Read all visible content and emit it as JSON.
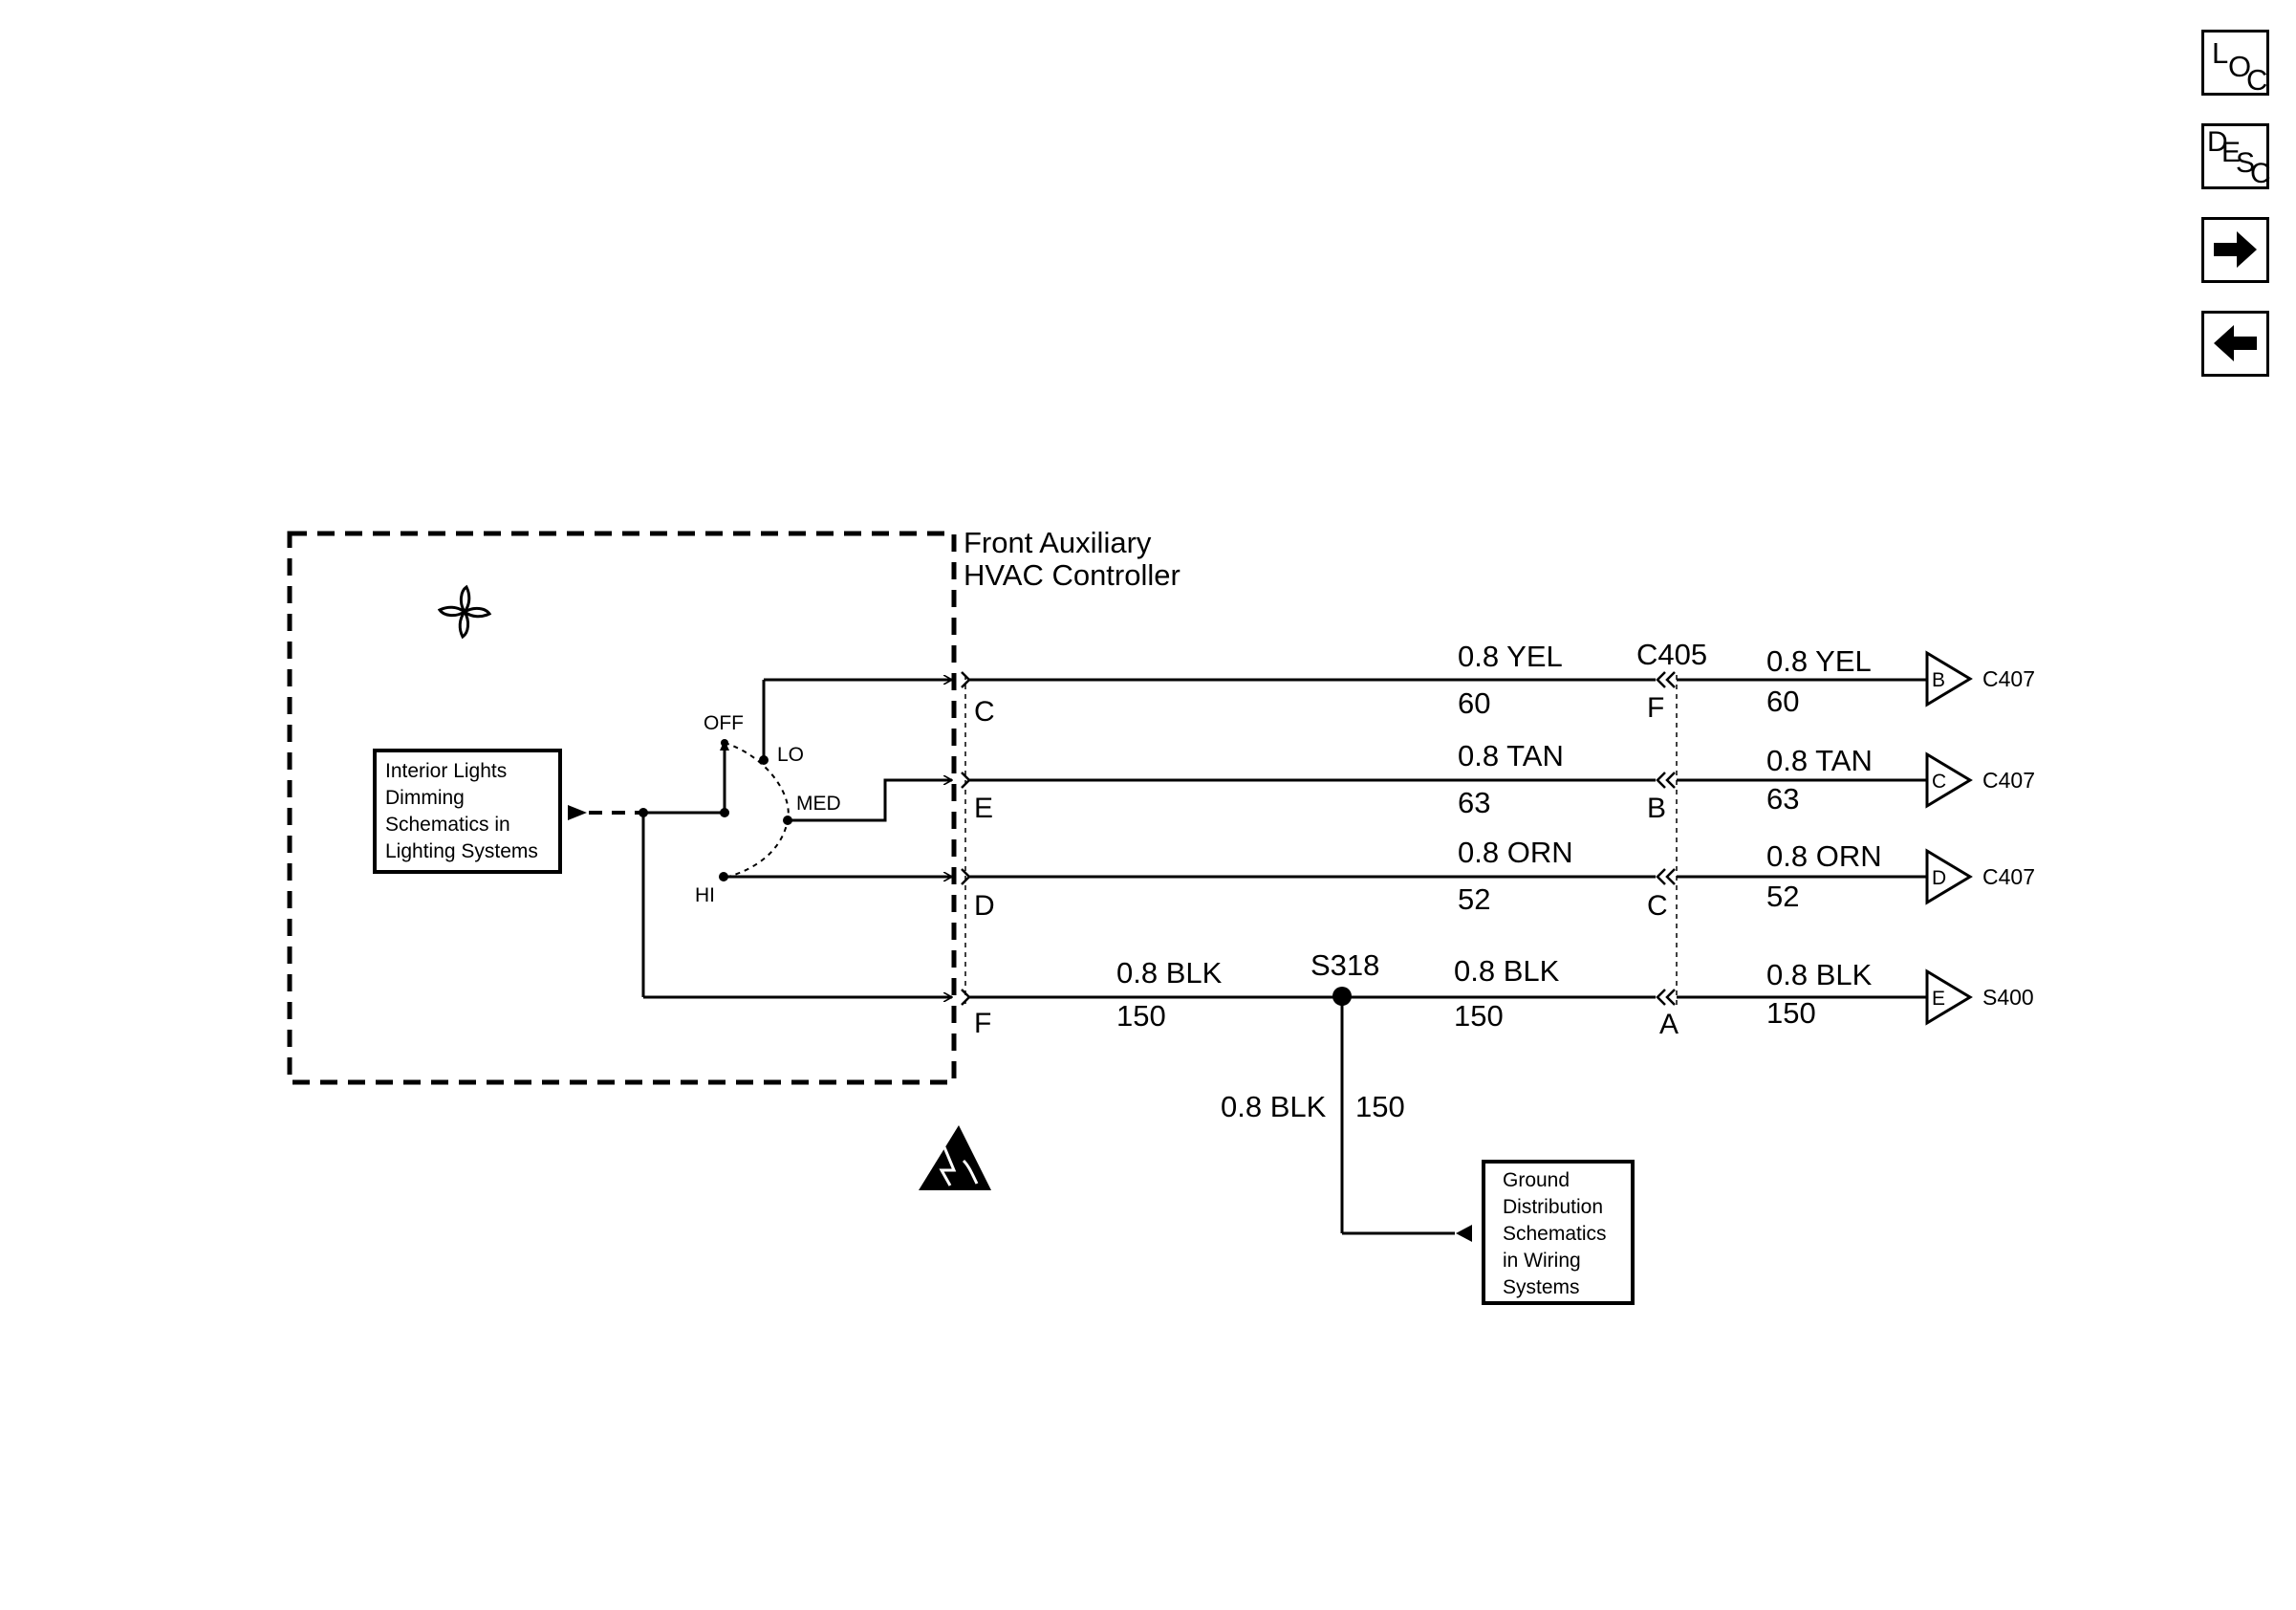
{
  "nav": {
    "loc": {
      "l1": "L",
      "l2": "O",
      "l3": "C"
    },
    "desc": {
      "l1": "D",
      "l2": "E",
      "l3": "S",
      "l4": "C"
    }
  },
  "controller": {
    "title_line1": "Front Auxiliary",
    "title_line2": "HVAC Controller"
  },
  "switch": {
    "off": "OFF",
    "lo": "LO",
    "med": "MED",
    "hi": "HI"
  },
  "dimming_box": [
    "Interior Lights",
    "Dimming",
    "Schematics in",
    "Lighting Systems"
  ],
  "ground_box": [
    "Ground",
    "Distribution",
    "Schematics",
    "in Wiring",
    "Systems"
  ],
  "connector_c405": "C405",
  "splice": "S318",
  "circuits": [
    {
      "controller_pin": "C",
      "wire_left": "0.8 YEL",
      "ckt_left": "60",
      "c405_pin": "F",
      "wire_right": "0.8 YEL",
      "ckt_right": "60",
      "dest_pin": "B",
      "dest": "C407"
    },
    {
      "controller_pin": "E",
      "wire_left": "0.8 TAN",
      "ckt_left": "63",
      "c405_pin": "B",
      "wire_right": "0.8 TAN",
      "ckt_right": "63",
      "dest_pin": "C",
      "dest": "C407"
    },
    {
      "controller_pin": "D",
      "wire_left": "0.8 ORN",
      "ckt_left": "52",
      "c405_pin": "C",
      "wire_right": "0.8 ORN",
      "ckt_right": "52",
      "dest_pin": "D",
      "dest": "C407"
    },
    {
      "controller_pin": "F",
      "wire_pre_splice": "0.8 BLK",
      "ckt_pre_splice": "150",
      "wire_left": "0.8 BLK",
      "ckt_left": "150",
      "c405_pin": "A",
      "wire_right": "0.8 BLK",
      "ckt_right": "150",
      "dest_pin": "E",
      "dest": "S400"
    }
  ],
  "ground_wire": {
    "wire": "0.8 BLK",
    "ckt": "150"
  }
}
